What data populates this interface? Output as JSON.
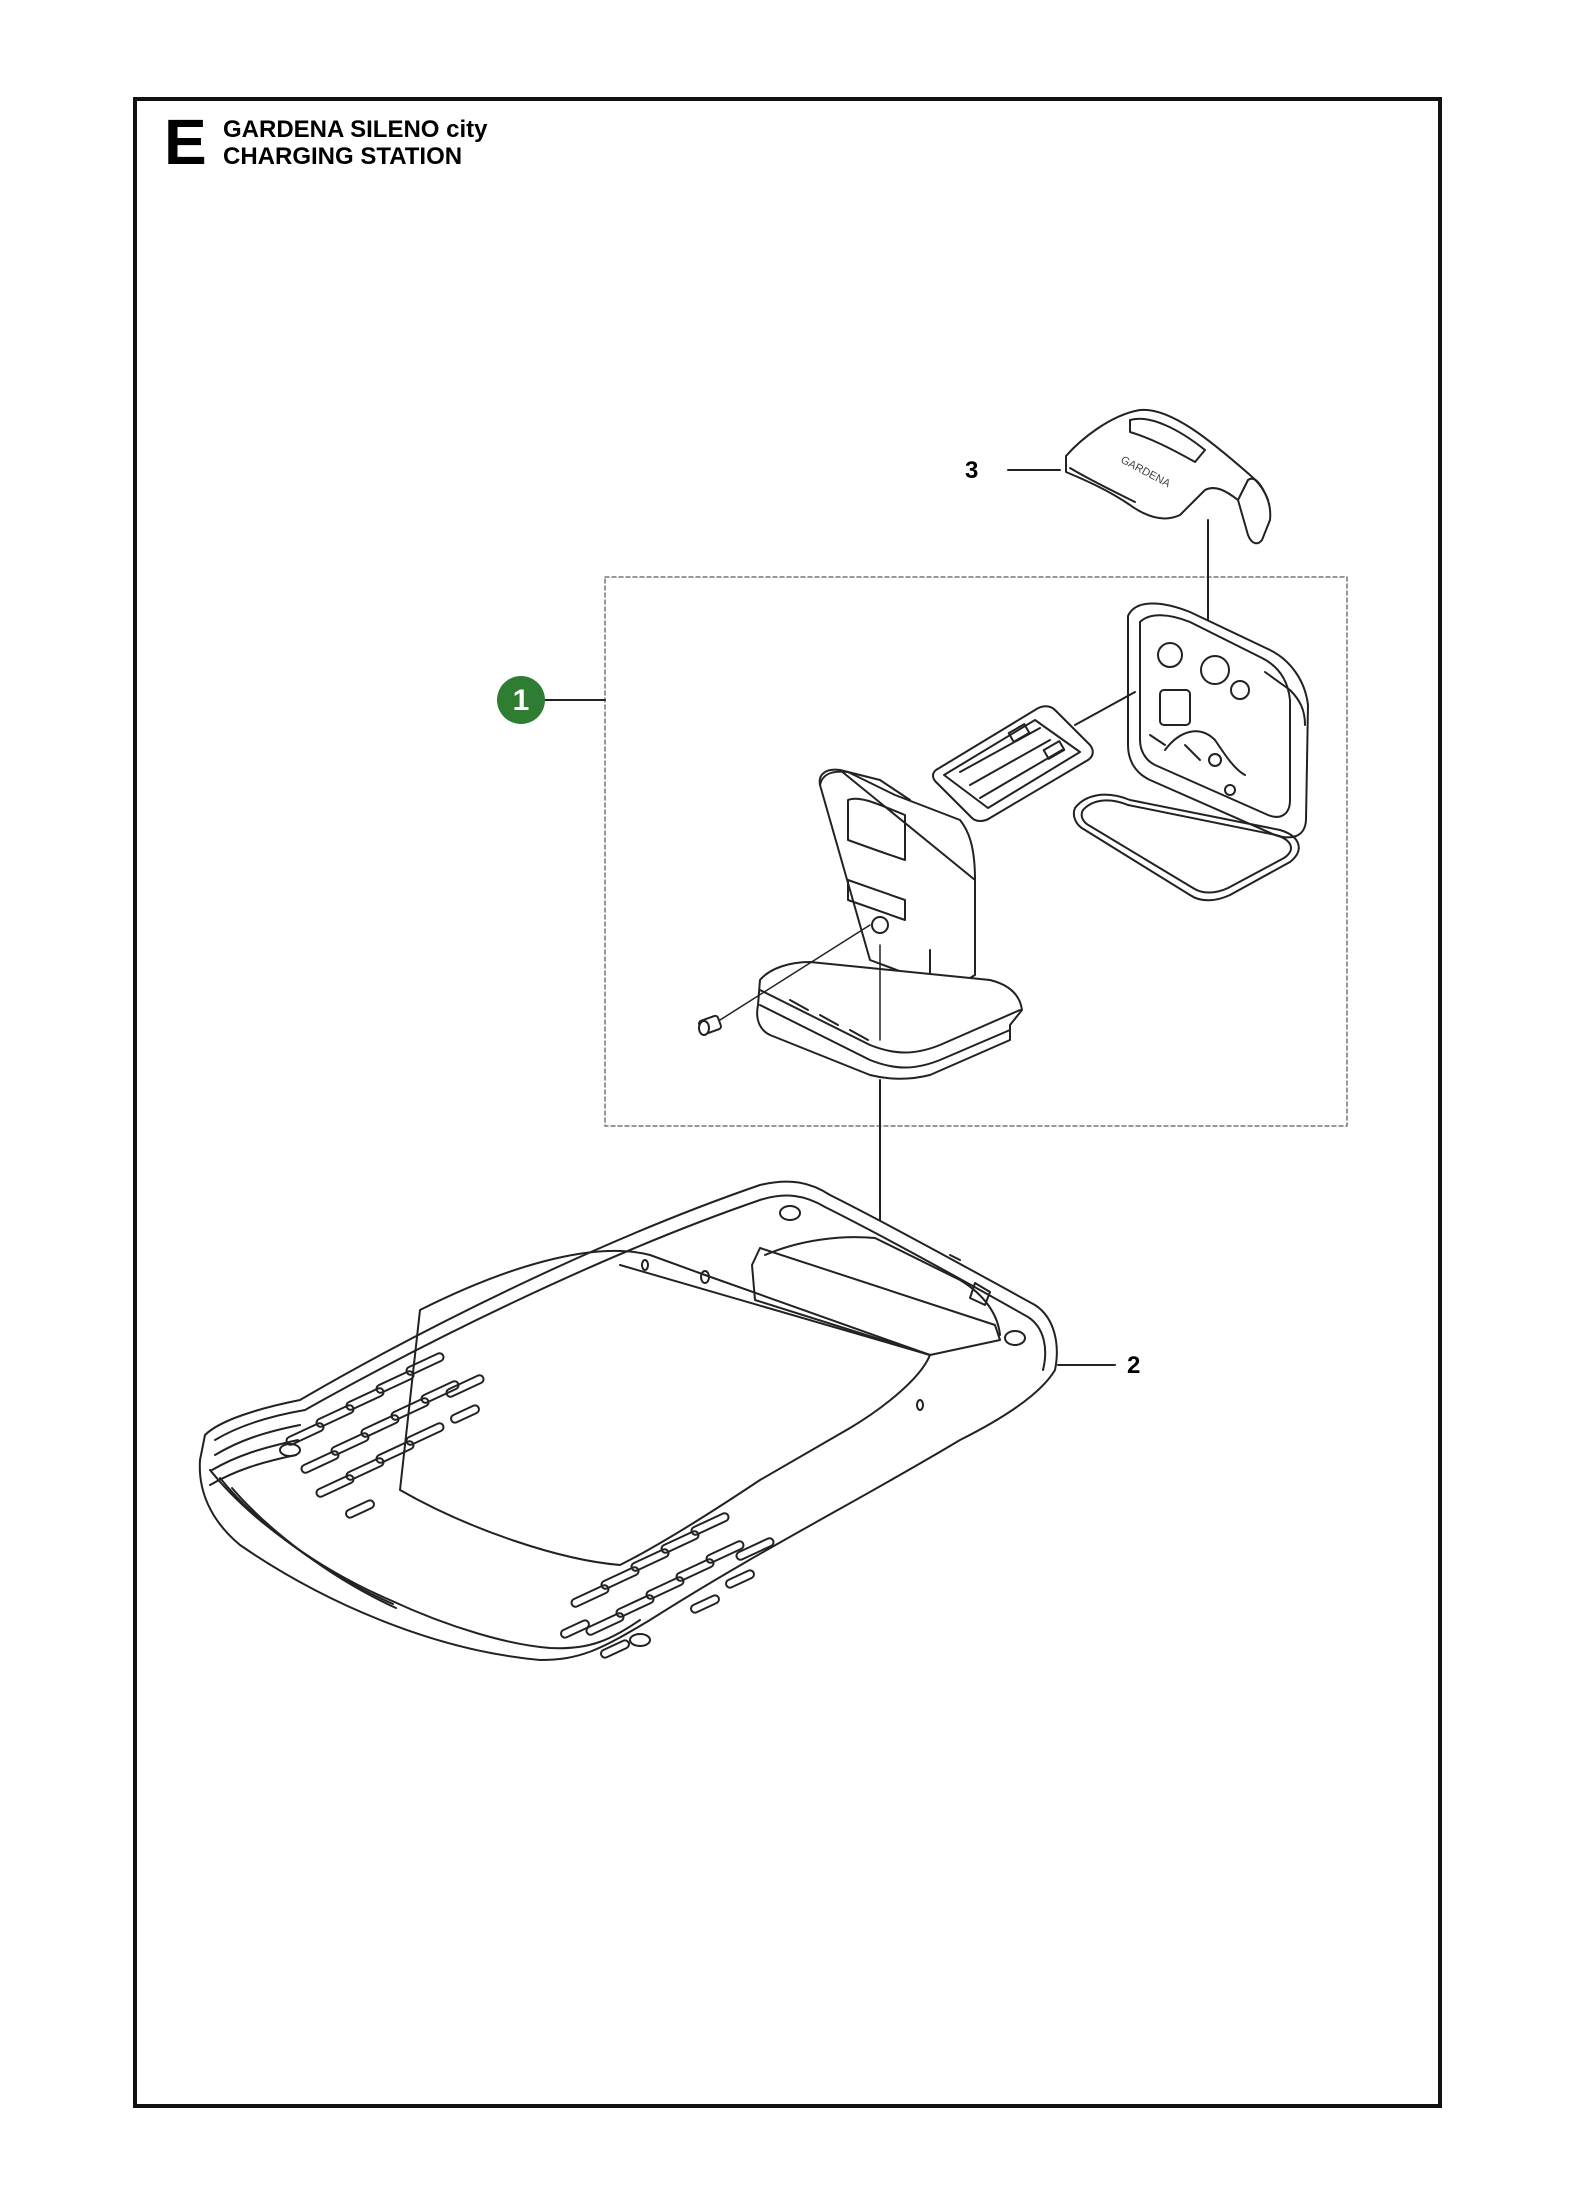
{
  "header": {
    "section_letter": "E",
    "title_line1": "GARDENA SILENO city",
    "title_line2": "CHARGING STATION"
  },
  "callouts": {
    "item1": "1",
    "item2": "2",
    "item3": "3"
  },
  "colors": {
    "highlight_badge": "#2e7d32",
    "line": "#222222"
  },
  "parts": [
    {
      "id": "1",
      "name": "charging-station-assembly",
      "highlighted": true
    },
    {
      "id": "2",
      "name": "base-plate"
    },
    {
      "id": "3",
      "name": "cover"
    }
  ]
}
